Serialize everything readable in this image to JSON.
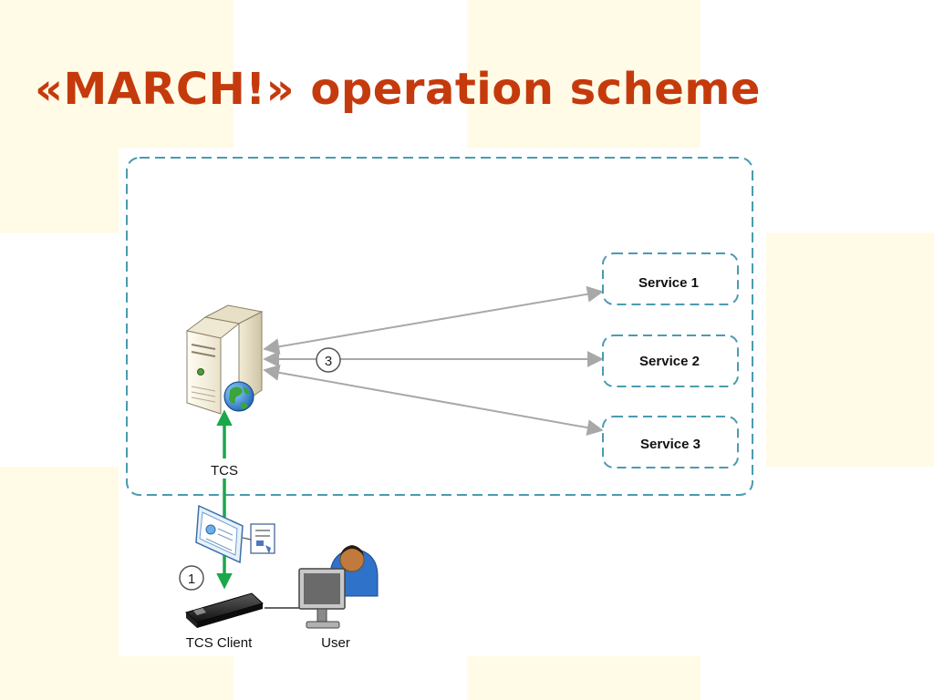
{
  "slide": {
    "title": "«MARCH!» operation scheme"
  },
  "diagram": {
    "server_label": "TCS",
    "client_label": "TCS Client",
    "user_label": "User",
    "step_to_services": "3",
    "step_client": "1",
    "services": [
      "Service 1",
      "Service 2",
      "Service 3"
    ]
  },
  "colors": {
    "title": "#c53a0c",
    "background_blocks": "#fffbe6",
    "dashed_border": "#4a9bb0",
    "arrow_gray": "#a8a8a8",
    "arrow_green": "#1aa84a"
  },
  "icons": {
    "server": "server-tower-icon",
    "globe": "globe-icon",
    "certificate": "certificate-icon",
    "usb_token": "usb-token-icon",
    "user": "user-at-computer-icon"
  }
}
